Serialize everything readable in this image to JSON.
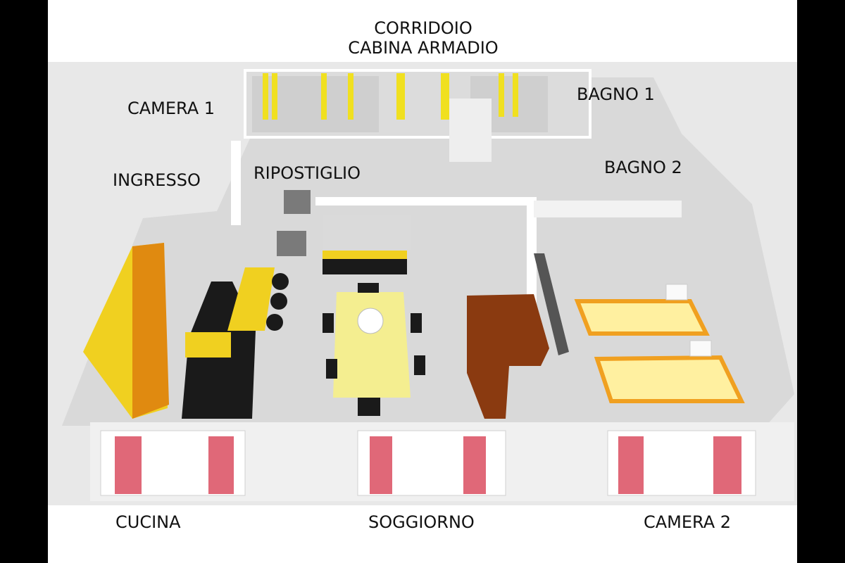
{
  "labels": {
    "corridoio": "CORRIDOIO",
    "cabina_armadio": "CABINA ARMADIO",
    "camera_1": "CAMERA 1",
    "bagno_1": "BAGNO 1",
    "ingresso": "INGRESSO",
    "ripostiglio": "RIPOSTIGLIO",
    "bagno_2": "BAGNO 2",
    "cucina": "CUCINA",
    "soggiorno": "SOGGIORNO",
    "camera_2": "CAMERA 2"
  },
  "colors": {
    "curtain_top": "#f0e020",
    "curtain_bottom": "#e06878",
    "cabinet": "#f0d020",
    "kitchen_island": "#1a1a1a",
    "table": "#f4ee90",
    "sofa": "#8a3a10",
    "bed": "#fff0a0",
    "bed_frame": "#f0a020"
  }
}
